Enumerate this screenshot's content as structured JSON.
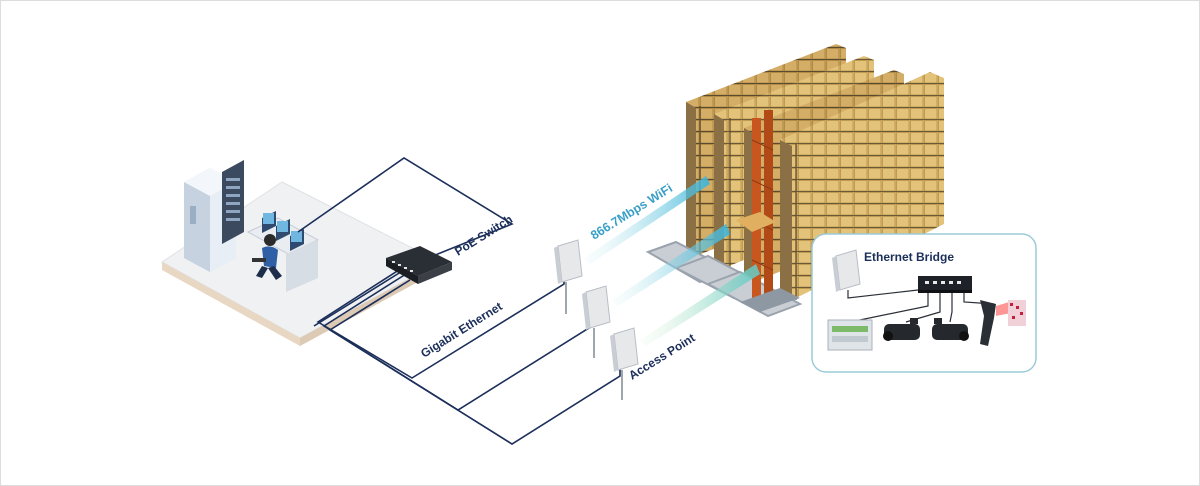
{
  "labels": {
    "poe_switch": "PoE Switch",
    "gigabit_ethernet": "Gigabit Ethernet",
    "wifi": "866.7Mbps WiFi",
    "access_point": "Access Point",
    "ethernet_bridge": "Ethernet Bridge"
  },
  "colors": {
    "cable": "#1b2f5a",
    "wifi_beam": "#3ab4d9",
    "wifi_text": "#3aa0c8",
    "box": "#d9b56a",
    "rack": "#6b5a3a",
    "crane": "#c8561e",
    "panel_border": "#9ccbd8"
  },
  "icons": [
    "server-rack-icon",
    "operator-desk-icon",
    "poe-switch-icon",
    "access-point-icon",
    "warehouse-rack-icon",
    "stacker-crane-icon",
    "ethernet-bridge-icon",
    "mini-switch-icon",
    "plc-controller-icon",
    "bullet-camera-icon",
    "barcode-scanner-icon"
  ]
}
